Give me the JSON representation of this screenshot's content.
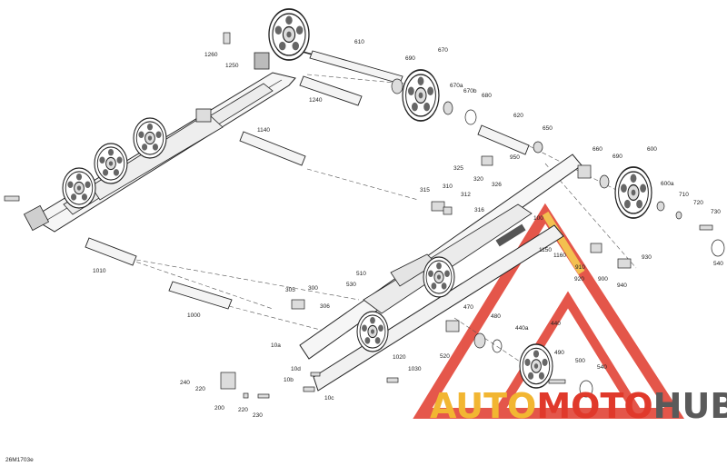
{
  "diagram": {
    "reference_code": "26M1703e",
    "part_labels": [
      "1260",
      "1250",
      "610",
      "690",
      "670",
      "670a",
      "670b",
      "680",
      "1240",
      "620",
      "650",
      "660",
      "690",
      "600",
      "1140",
      "950",
      "325",
      "320",
      "326",
      "600a",
      "710",
      "720",
      "730",
      "315",
      "310",
      "312",
      "316",
      "100",
      "1150",
      "1160",
      "910",
      "930",
      "920",
      "900",
      "940",
      "540",
      "1010",
      "1000",
      "510",
      "530",
      "300",
      "305",
      "306",
      "470",
      "480",
      "440a",
      "440",
      "490",
      "500",
      "540",
      "520",
      "10a",
      "10d",
      "10b",
      "10c",
      "1020",
      "1030",
      "240",
      "220",
      "200",
      "220",
      "230"
    ]
  },
  "watermark": {
    "brand_part1": "AUTO",
    "brand_part2": "MOTO",
    "brand_part3": "HUB",
    "color_auto": "#f2b632",
    "color_moto": "#e0392b",
    "color_hub": "#5a5a5a"
  }
}
